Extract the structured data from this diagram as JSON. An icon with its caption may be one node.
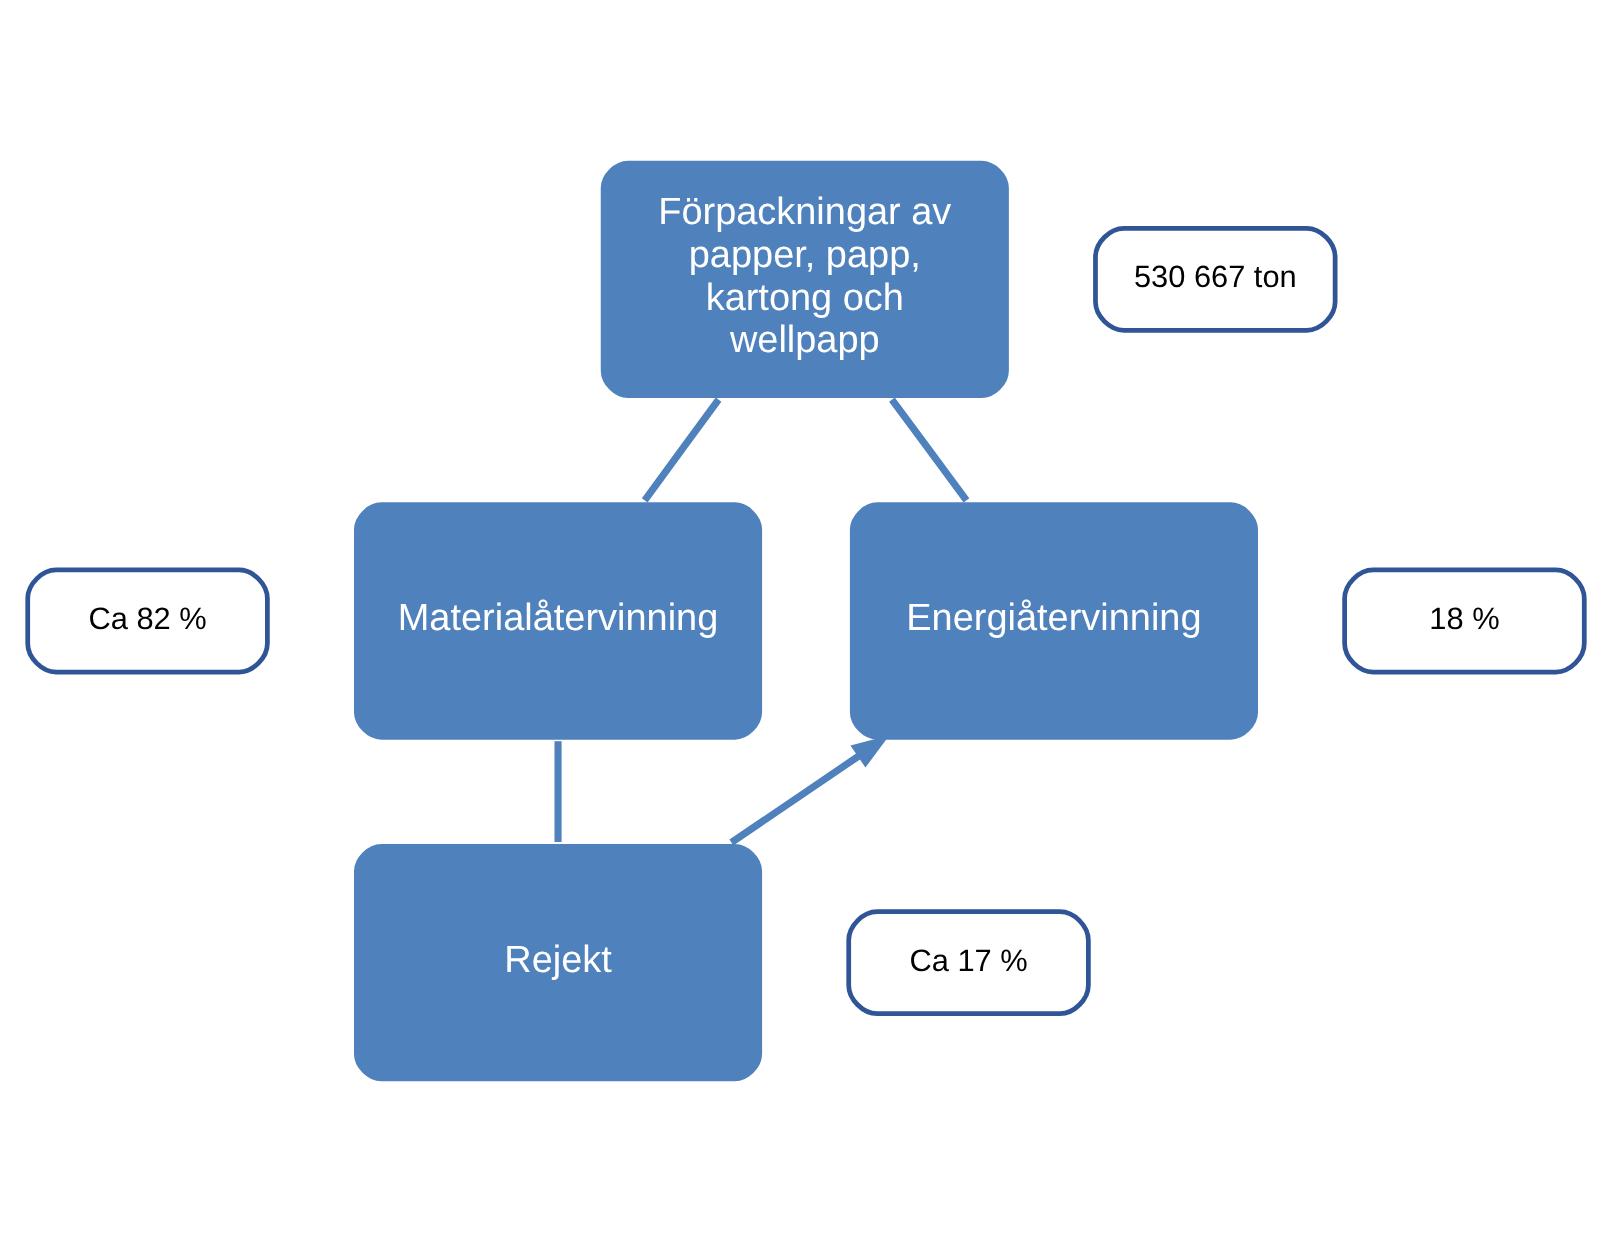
{
  "diagram": {
    "nodes": [
      {
        "text": [
          "Förpackningar av papper, papp, kartong och wellpapp"
        ]
      },
      {
        "text": [
          "530 667 ton"
        ]
      },
      {
        "text": [
          "Materialåtervinning"
        ]
      },
      {
        "text": [
          "Energiåtervinning"
        ]
      },
      {
        "text": [
          "Ca 82 %"
        ]
      },
      {
        "text": [
          "18 %"
        ]
      },
      {
        "text": [
          "Rejekt"
        ]
      },
      {
        "text": [
          "Ca 17 %"
        ]
      }
    ],
    "edges": [
      {
        "from": 0,
        "to": 2,
        "arrow": "none"
      },
      {
        "from": 0,
        "to": 3,
        "arrow": "none"
      },
      {
        "from": 2,
        "to": 6,
        "arrow": "none"
      },
      {
        "from": 6,
        "to": 3,
        "arrow": "to"
      }
    ]
  }
}
